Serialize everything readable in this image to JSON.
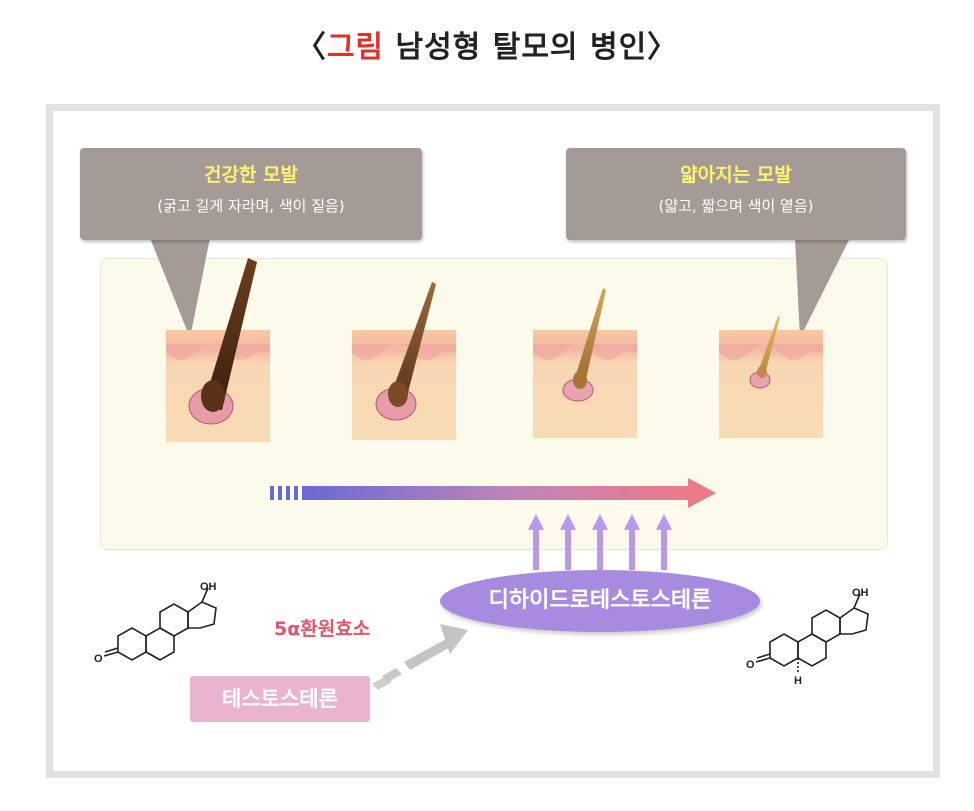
{
  "title": {
    "open": "〈",
    "accent": "그림",
    "rest": " 남성형 탈모의 병인〉"
  },
  "bubble_healthy": {
    "heading": "건강한 모발",
    "detail": "(굵고 길게 자라며, 색이 짙음)"
  },
  "bubble_thinning": {
    "heading": "얇아지는 모발",
    "detail": "(얇고, 짧으며 색이 옅음)"
  },
  "enzyme_label": "5α환원효소",
  "dht_label": "디하이드로테스토스테론",
  "testosterone_label": "테스토스테론",
  "molecule_labels": {
    "left_oh": "OH",
    "left_o": "O",
    "right_oh": "OH",
    "right_o": "O",
    "right_h": "H"
  },
  "colors": {
    "accent": "#e0302a",
    "bubble": "#a59b96",
    "bubble_heading": "#fff36b",
    "dht": "#a78be0",
    "testosterone": "#eab3cf",
    "enzyme": "#e0556a"
  }
}
